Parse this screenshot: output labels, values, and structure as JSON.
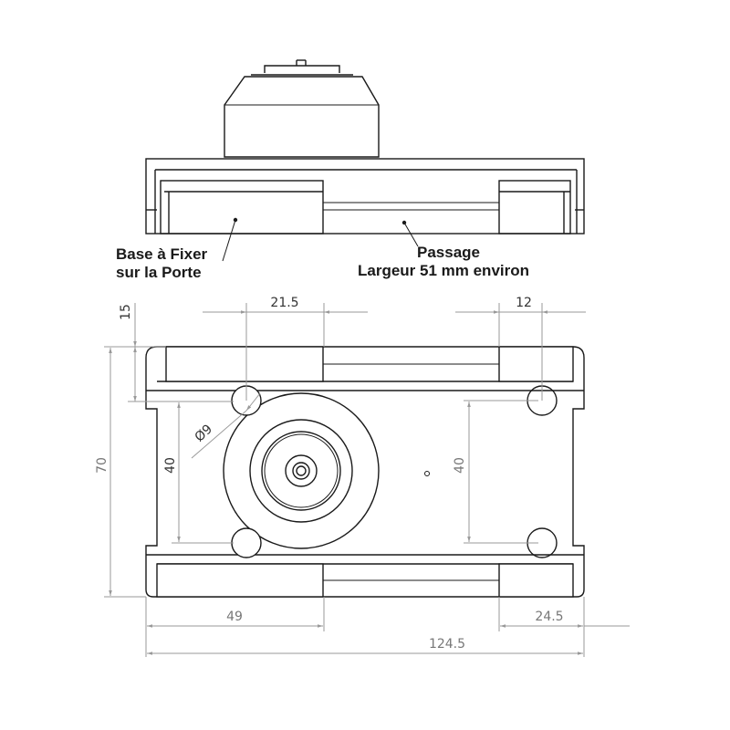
{
  "labels": {
    "base_line1": "Base à Fixer",
    "base_line2": "sur la Porte",
    "passage_line1": "Passage",
    "passage_line2": "Largeur 51 mm environ"
  },
  "dimensions": {
    "d_21_5": "21.5",
    "d_12": "12",
    "d_15": "15",
    "d_70": "70",
    "d_40_left": "40",
    "d_40_right": "40",
    "d_phi9": "Ø9",
    "d_49": "49",
    "d_24_5": "24.5",
    "d_124_5": "124.5"
  },
  "colors": {
    "outline": "#1a1a1a",
    "dim_line": "#888888"
  }
}
